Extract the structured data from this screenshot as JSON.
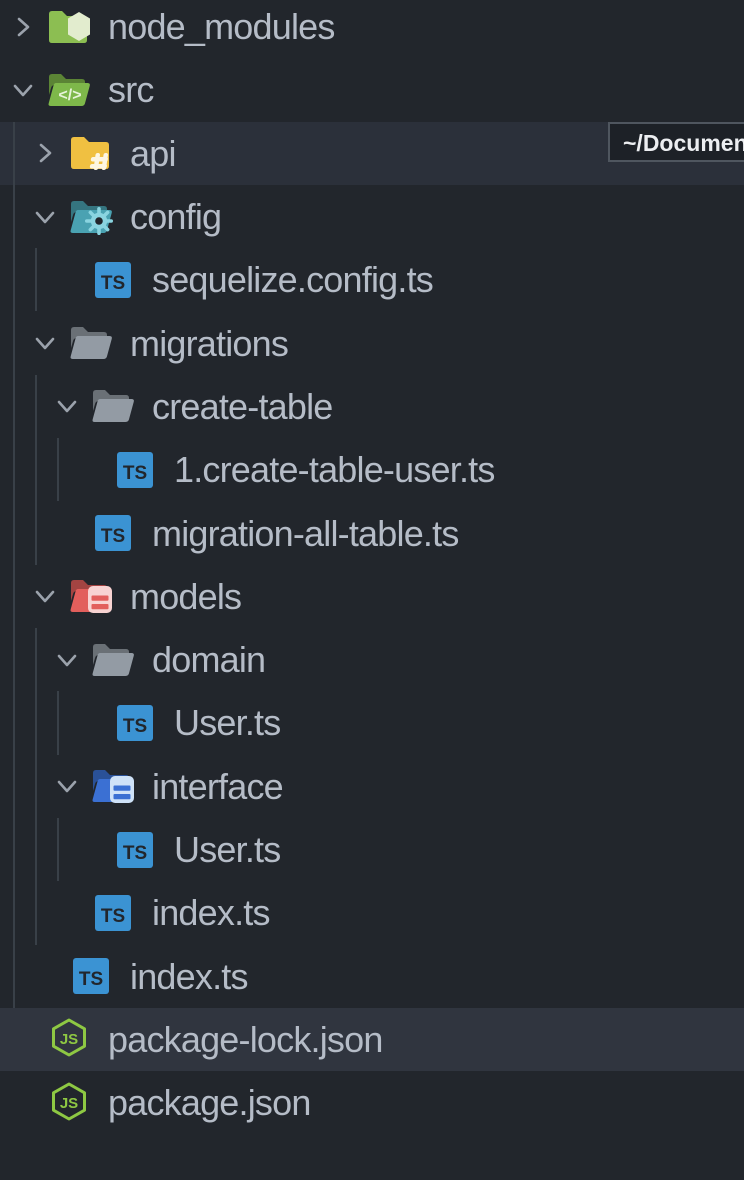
{
  "explorer": {
    "tooltip": {
      "text": "~/Documents"
    },
    "rows": [
      {
        "name": "node_modules",
        "level": 0,
        "type": "folder",
        "icon": "folder-node",
        "expanded": false,
        "state": "normal"
      },
      {
        "name": "src",
        "level": 0,
        "type": "folder",
        "icon": "folder-src",
        "expanded": true,
        "state": "normal"
      },
      {
        "name": "api",
        "level": 1,
        "type": "folder",
        "icon": "folder-api",
        "expanded": false,
        "state": "hover"
      },
      {
        "name": "config",
        "level": 1,
        "type": "folder",
        "icon": "folder-config",
        "expanded": true,
        "state": "normal"
      },
      {
        "name": "sequelize.config.ts",
        "level": 2,
        "type": "file",
        "icon": "typescript",
        "expanded": null,
        "state": "normal"
      },
      {
        "name": "migrations",
        "level": 1,
        "type": "folder",
        "icon": "folder-gray",
        "expanded": true,
        "state": "normal"
      },
      {
        "name": "create-table",
        "level": 2,
        "type": "folder",
        "icon": "folder-gray",
        "expanded": true,
        "state": "normal"
      },
      {
        "name": "1.create-table-user.ts",
        "level": 3,
        "type": "file",
        "icon": "typescript",
        "expanded": null,
        "state": "normal"
      },
      {
        "name": "migration-all-table.ts",
        "level": 2,
        "type": "file",
        "icon": "typescript",
        "expanded": null,
        "state": "normal"
      },
      {
        "name": "models",
        "level": 1,
        "type": "folder",
        "icon": "folder-models",
        "expanded": true,
        "state": "normal"
      },
      {
        "name": "domain",
        "level": 2,
        "type": "folder",
        "icon": "folder-gray",
        "expanded": true,
        "state": "normal"
      },
      {
        "name": "User.ts",
        "level": 3,
        "type": "file",
        "icon": "typescript",
        "expanded": null,
        "state": "normal"
      },
      {
        "name": "interface",
        "level": 2,
        "type": "folder",
        "icon": "folder-interface",
        "expanded": true,
        "state": "normal"
      },
      {
        "name": "User.ts",
        "level": 3,
        "type": "file",
        "icon": "typescript",
        "expanded": null,
        "state": "normal"
      },
      {
        "name": "index.ts",
        "level": 2,
        "type": "file",
        "icon": "typescript",
        "expanded": null,
        "state": "normal"
      },
      {
        "name": "index.ts",
        "level": 1,
        "type": "file",
        "icon": "typescript",
        "expanded": null,
        "state": "normal"
      },
      {
        "name": "package-lock.json",
        "level": 0,
        "type": "file",
        "icon": "nodejs",
        "expanded": null,
        "state": "selected"
      },
      {
        "name": "package.json",
        "level": 0,
        "type": "file",
        "icon": "nodejs",
        "expanded": null,
        "state": "normal"
      }
    ],
    "colors": {
      "background": "#22262c",
      "row_hover": "#2b303a",
      "row_selected": "#30353f",
      "label": "#b5bcc7",
      "chevron": "#9ba2ac",
      "indent_guide": "#394048",
      "folder_green": "#8cbe52",
      "folder_green_overlay": "#e2ecce",
      "folder_src_green": "#7eb84a",
      "src_code_overlay": "#e8f4da",
      "folder_api_amber": "#f0c041",
      "api_hash_overlay": "#fdf6e3",
      "folder_config_teal": "#4aa2b2",
      "config_gear": "#8ad4e0",
      "folder_gray": "#939ba4",
      "folder_models_red": "#e25f5c",
      "models_overlay_pale": "#f8d3d2",
      "folder_interface_blue": "#3b70d3",
      "interface_overlay_pale": "#cfe2f8",
      "ts_blue": "#3b93d3",
      "ts_letters": "#22262c",
      "node_green": "#8ec843",
      "tooltip_bg": "#1d2127",
      "tooltip_border": "#4f565f",
      "tooltip_text": "#eceef1"
    }
  }
}
